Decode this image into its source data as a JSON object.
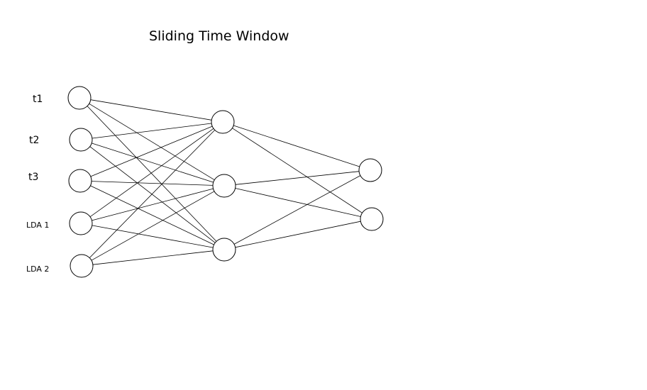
{
  "diagram": {
    "title": "Sliding Time Window",
    "input_labels": [
      "t1",
      "t2",
      "t3",
      "LDA 1",
      "LDA 2"
    ],
    "layers": [
      {
        "name": "input",
        "node_count": 5
      },
      {
        "name": "hidden",
        "node_count": 3
      },
      {
        "name": "output",
        "node_count": 2
      }
    ],
    "connectivity": "fully-connected",
    "line_color": "#000000",
    "node_fill": "#ffffff",
    "node_stroke": "#000000"
  }
}
